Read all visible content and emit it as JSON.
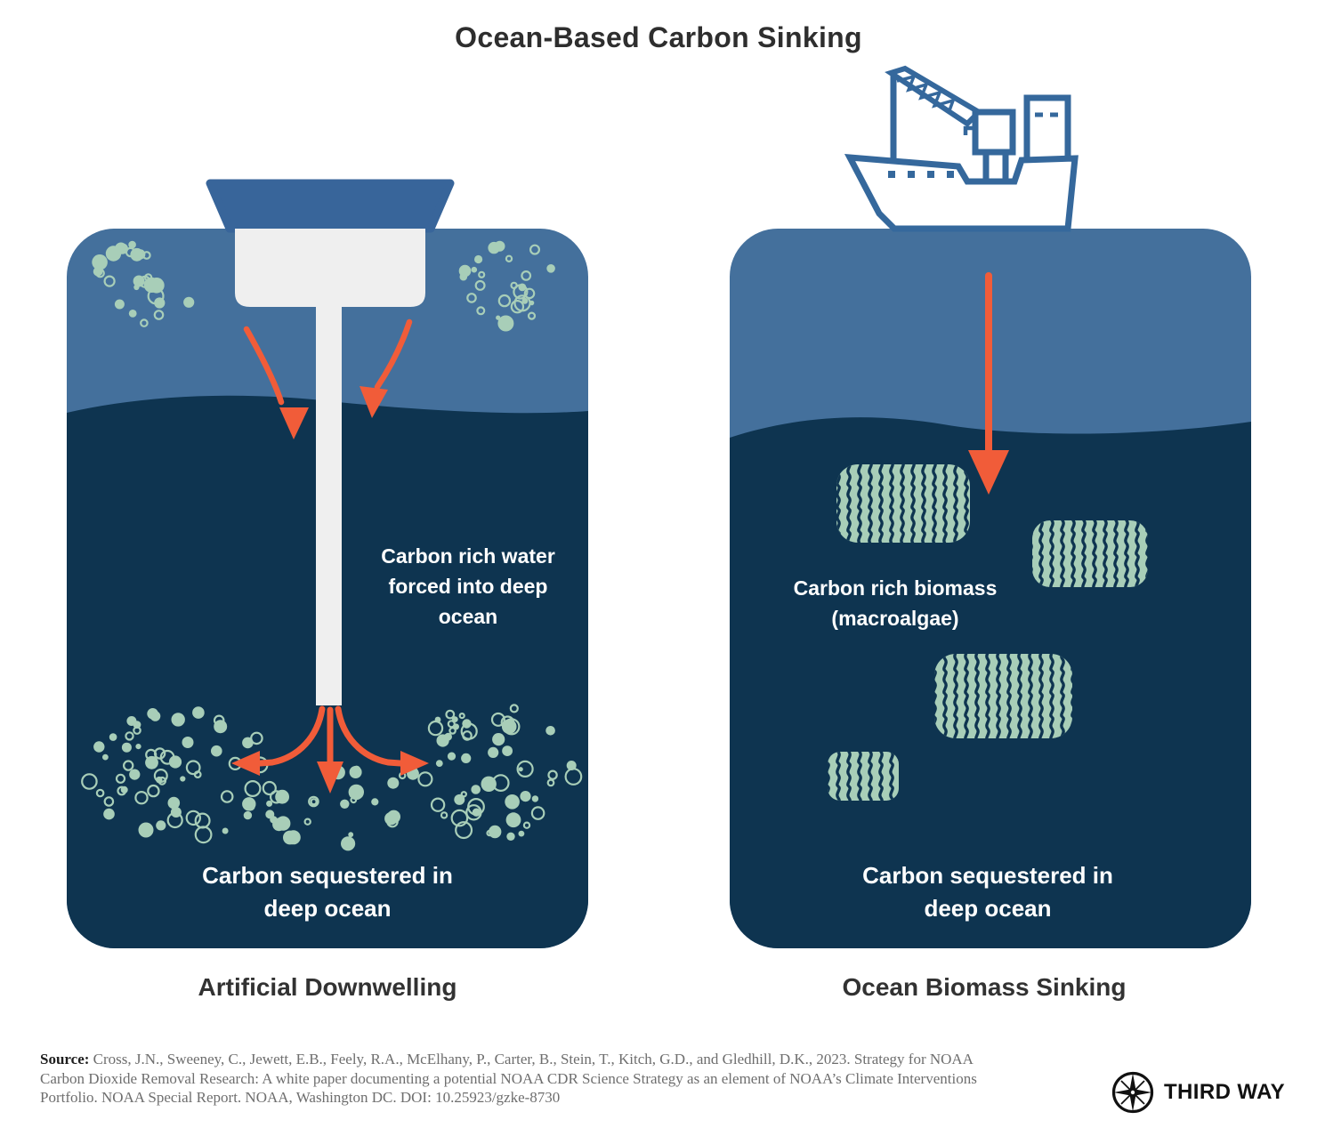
{
  "title": "Ocean-Based Carbon Sinking",
  "panels": [
    {
      "caption": "Artificial Downwelling",
      "process_label": "Carbon rich water forced into deep ocean",
      "result_label": "Carbon sequestered in deep ocean"
    },
    {
      "caption": "Ocean Biomass Sinking",
      "process_label": "Carbon rich biomass (macroalgae)",
      "result_label": "Carbon sequestered in deep ocean"
    }
  ],
  "source": {
    "label": "Source:",
    "text": "Cross, J.N., Sweeney, C., Jewett, E.B., Feely, R.A., McElhany, P., Carter, B., Stein, T., Kitch, G.D., and Gledhill, D.K., 2023. Strategy for NOAA Carbon Dioxide Removal Research: A white paper documenting a potential NOAA CDR Science Strategy as an element of NOAA’s Climate Interventions Portfolio. NOAA Special Report. NOAA, Washington DC. DOI: 10.25923/gzke-8730"
  },
  "logo": {
    "text": "THIRD WAY"
  },
  "colors": {
    "ocean_surface": "#44709C",
    "ocean_deep": "#0E3450",
    "arrow_orange": "#F15C39",
    "bubble_green": "#A8CEB8",
    "device_white": "#EFEFEF",
    "ship_blue": "#35689C",
    "funnel_blue": "#38659A",
    "heading_dark": "#2E2E2E",
    "source_gray": "#6E6E6E"
  }
}
